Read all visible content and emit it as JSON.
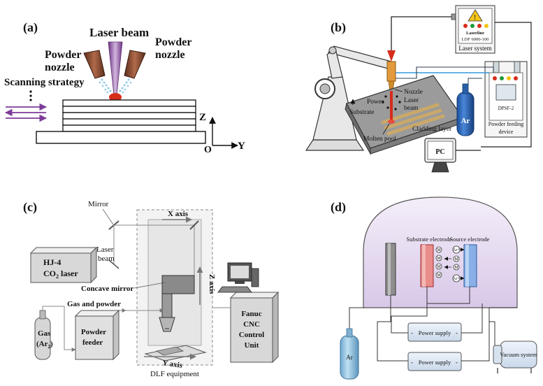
{
  "panel_a": {
    "tag": "(a)",
    "laser_beam": "Laser beam",
    "powder_nozzle_left_1": "Powder",
    "powder_nozzle_left_2": "nozzle",
    "powder_nozzle_right_1": "Powder",
    "powder_nozzle_right_2": "nozzle",
    "scanning_strategy": "Scanning  strategy",
    "axis_z": "Z",
    "axis_y": "Y",
    "axis_o": "O"
  },
  "panel_b": {
    "tag": "(b)",
    "laser_model_1": "Laserline",
    "laser_model_2": "LDF 6000-100",
    "laser_system": "Laser system",
    "feeder_model": "DPSF-2",
    "feeder_label_1": "Powder feeding",
    "feeder_label_2": "device",
    "gas": "Ar",
    "pc": "PC",
    "nozzle": "Nozzle",
    "power": "Power",
    "laser_1": "Laser",
    "laser_2": "beam",
    "substrate": "Substrate",
    "cladding_layer": "Cladding layer",
    "molten_pool": "Molten pool"
  },
  "panel_c": {
    "tag": "(c)",
    "mirror": "Mirror",
    "laser_beam_1": "Laser",
    "laser_beam_2": "beam",
    "laser_source_1": "HJ-4",
    "laser_source_2": "CO",
    "laser_source_2_sub": "2",
    "laser_source_2_tail": " laser",
    "concave_mirror": "Concave mirror",
    "gas_and_powder": "Gas and powder",
    "gas_1": "Gas",
    "gas_2": "(Ar",
    "gas_2_sub": "2",
    "gas_2_tail": ")",
    "feeder_1": "Powder",
    "feeder_2": "feeder",
    "x_axis": "X axis",
    "z_axis": "Z axis",
    "y_axis": "Y axis",
    "cnc_1": "Fanuc",
    "cnc_2": "CNC",
    "cnc_3": "Control",
    "cnc_4": "Unit",
    "dlf_equipment": "DLF equipment"
  },
  "panel_d": {
    "tag": "(d)",
    "substrate_electrode": "Substrate electrode",
    "source_electrode": "Source electrode",
    "power_supply_1": "Power supply",
    "power_supply_2": "Power supply",
    "vacuum_system": "Vacuum system",
    "gas": "Ar",
    "ion_1": "Ar+",
    "ion_2": "Ar+",
    "metal_m": "M"
  },
  "colors": {
    "laser": "#c0392b",
    "beam_purple": "#8e44ad",
    "arrow_purple": "#7d3c98",
    "chamber": "#e4d9ee",
    "argon_blue": "#1f5fb5",
    "substrate_red": "#d9534f",
    "source_blue": "#5b8fd8"
  }
}
